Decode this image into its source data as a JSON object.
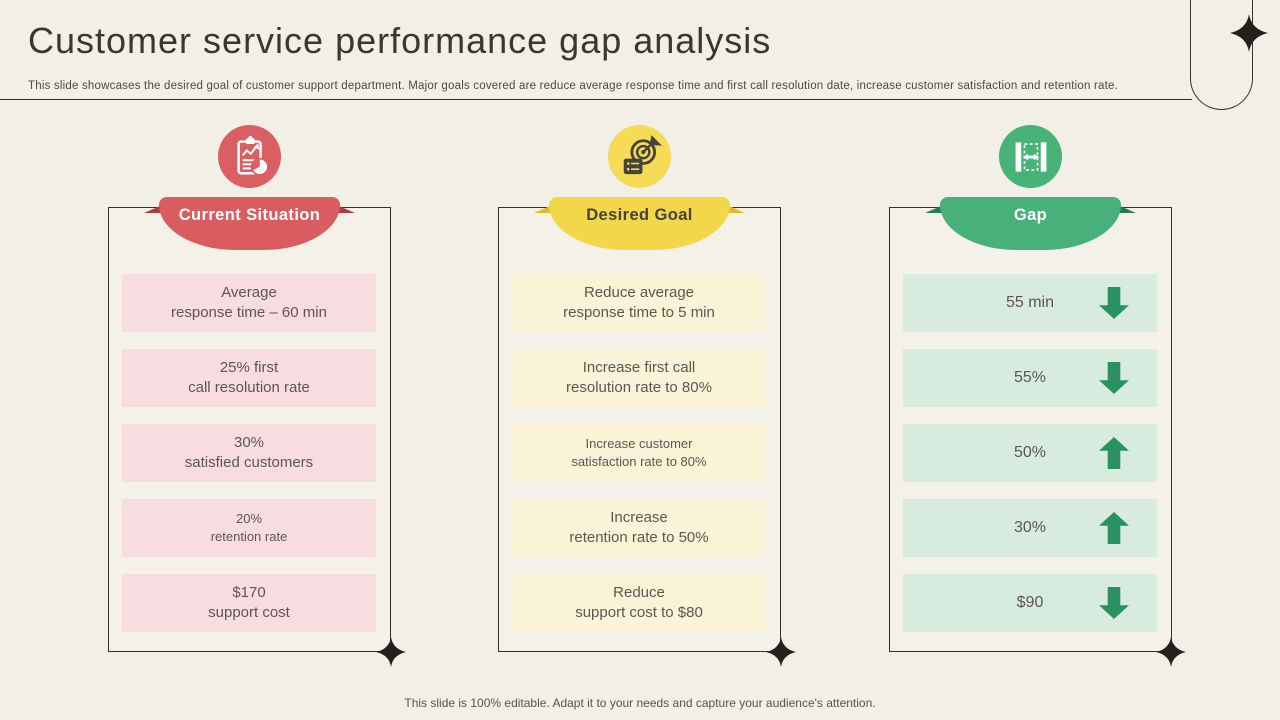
{
  "slide": {
    "title": "Customer service performance gap analysis",
    "subtitle": "This slide showcases the desired goal of customer support department. Major goals covered are reduce average response time and first call resolution date, increase customer satisfaction and retention rate.",
    "footer": "This slide is 100% editable. Adapt it to your needs and capture your audience's attention."
  },
  "columns": [
    {
      "header": "Current Situation",
      "icon": "clipboard-analytics-icon",
      "rows": [
        {
          "line1": "Average",
          "line2": "response time – 60 min"
        },
        {
          "line1": "25% first",
          "line2": "call resolution rate"
        },
        {
          "line1": "30%",
          "line2": "satisfied customers"
        },
        {
          "line1": "20%",
          "line2": "retention rate"
        },
        {
          "line1": "$170",
          "line2": "support cost"
        }
      ]
    },
    {
      "header": "Desired Goal",
      "icon": "target-goal-icon",
      "rows": [
        {
          "line1": "Reduce average",
          "line2": "response time to 5 min"
        },
        {
          "line1": "Increase first call",
          "line2": "resolution rate to 80%"
        },
        {
          "line1": "Increase customer",
          "line2": "satisfaction rate to 80%"
        },
        {
          "line1": "Increase",
          "line2": "retention rate to 50%"
        },
        {
          "line1": "Reduce",
          "line2": "support cost to $80"
        }
      ]
    },
    {
      "header": "Gap",
      "icon": "gap-width-icon",
      "rows": [
        {
          "value": "55 min",
          "direction": "down"
        },
        {
          "value": "55%",
          "direction": "down"
        },
        {
          "value": "50%",
          "direction": "up"
        },
        {
          "value": "30%",
          "direction": "up"
        },
        {
          "value": "$90",
          "direction": "down"
        }
      ]
    }
  ],
  "palette": {
    "background": "#F2EFE6",
    "ink": "#33312C",
    "red": "#D85C60",
    "red_dark": "#AF3A41",
    "pink_row": "#F7DCE0",
    "yellow": "#F2D74B",
    "yellow_dark": "#DDBE27",
    "cream_row": "#FAF3D8",
    "green": "#48B17B",
    "green_dark": "#2B7A52",
    "green_row": "#D8EBDF",
    "arrow_green": "#2B9160",
    "row_text": "#5B5751"
  }
}
